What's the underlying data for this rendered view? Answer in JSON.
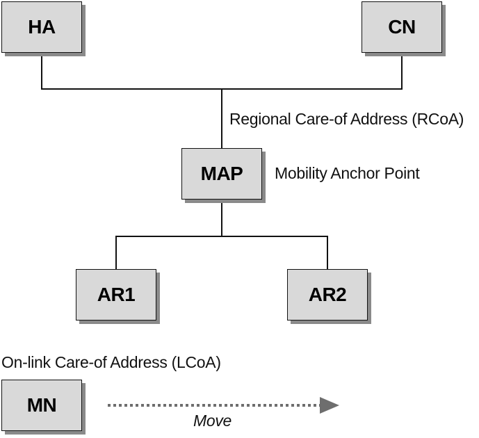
{
  "nodes": {
    "ha": "HA",
    "cn": "CN",
    "map": "MAP",
    "ar1": "AR1",
    "ar2": "AR2",
    "mn": "MN"
  },
  "labels": {
    "rcoa": "Regional Care-of Address (RCoA)",
    "map_desc": "Mobility Anchor Point",
    "lcoa": "On-link Care-of Address (LCoA)",
    "move": "Move"
  },
  "colors": {
    "box_fill": "#d9d9d9",
    "box_shadow": "#8a8a8a",
    "line": "#111111",
    "arrow": "#6e6e6e"
  }
}
